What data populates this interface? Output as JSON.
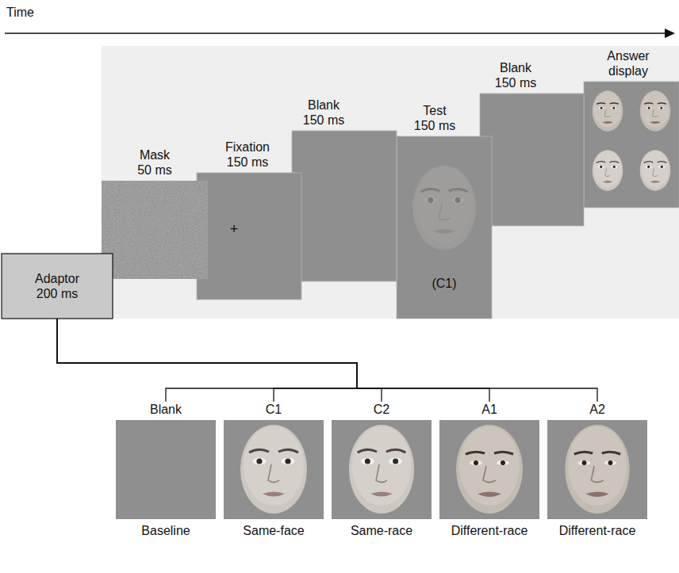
{
  "diagram": {
    "nodes": [
      {
        "text": [
          "Adaptor 200 ms"
        ]
      },
      {
        "text": [
          "Mask 50 ms"
        ]
      },
      {
        "text": [
          "Fixation 150 ms",
          "+"
        ]
      },
      {
        "text": [
          "Blank 150 ms"
        ]
      },
      {
        "text": [
          "Test 150 ms",
          "(C1)"
        ]
      },
      {
        "text": [
          "Blank 150 ms"
        ]
      },
      {
        "text": [
          "Answer display"
        ]
      },
      {
        "text": [
          "Blank",
          "Baseline"
        ]
      },
      {
        "text": [
          "C1",
          "Same-face"
        ]
      },
      {
        "text": [
          "C2",
          "Same-race"
        ]
      },
      {
        "text": [
          "A1",
          "Different-race"
        ]
      },
      {
        "text": [
          "A2",
          "Different-race"
        ]
      }
    ],
    "edges": [
      {
        "from": 0,
        "to": 7,
        "arrow": "none"
      },
      {
        "from": 0,
        "to": 8,
        "arrow": "none"
      },
      {
        "from": 0,
        "to": 9,
        "arrow": "none"
      },
      {
        "from": 0,
        "to": 10,
        "arrow": "none"
      },
      {
        "from": 0,
        "to": 11,
        "arrow": "none"
      }
    ],
    "labels": [
      "Time"
    ]
  }
}
